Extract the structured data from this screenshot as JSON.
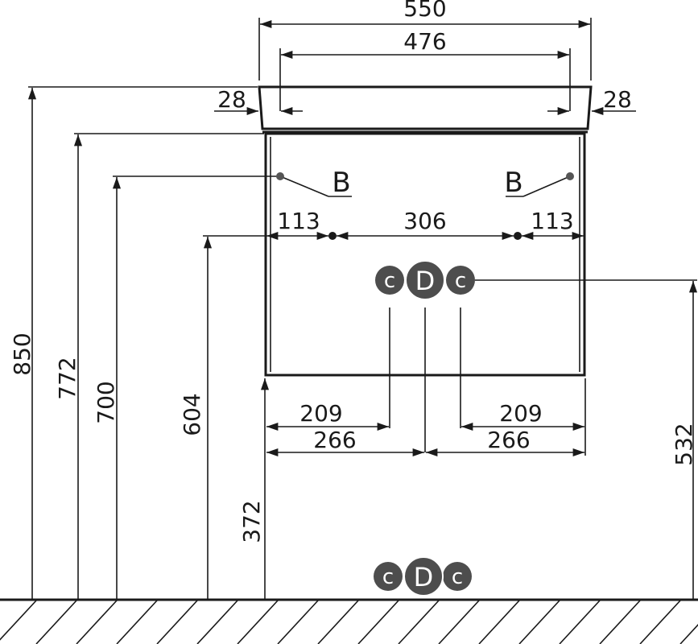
{
  "dimensions": {
    "top_width": "550",
    "inner_width": "476",
    "overhang_left": "28",
    "overhang_right": "28",
    "height_total": "850",
    "height_top": "772",
    "height_b": "700",
    "height_bracket": "604",
    "height_bottom": "372",
    "height_drain": "532",
    "left_to_bracket": "113",
    "between_brackets": "306",
    "right_to_bracket": "113",
    "left_to_c": "209",
    "right_to_c": "209",
    "left_to_center": "266",
    "right_to_center": "266"
  },
  "labels": {
    "b_left": "B",
    "b_right": "B"
  },
  "connections": {
    "cold": "c",
    "drain": "D",
    "hot": "c"
  },
  "colors": {
    "line": "#1a1a1a",
    "circle": "#4d4d4d",
    "dot": "#555555"
  }
}
